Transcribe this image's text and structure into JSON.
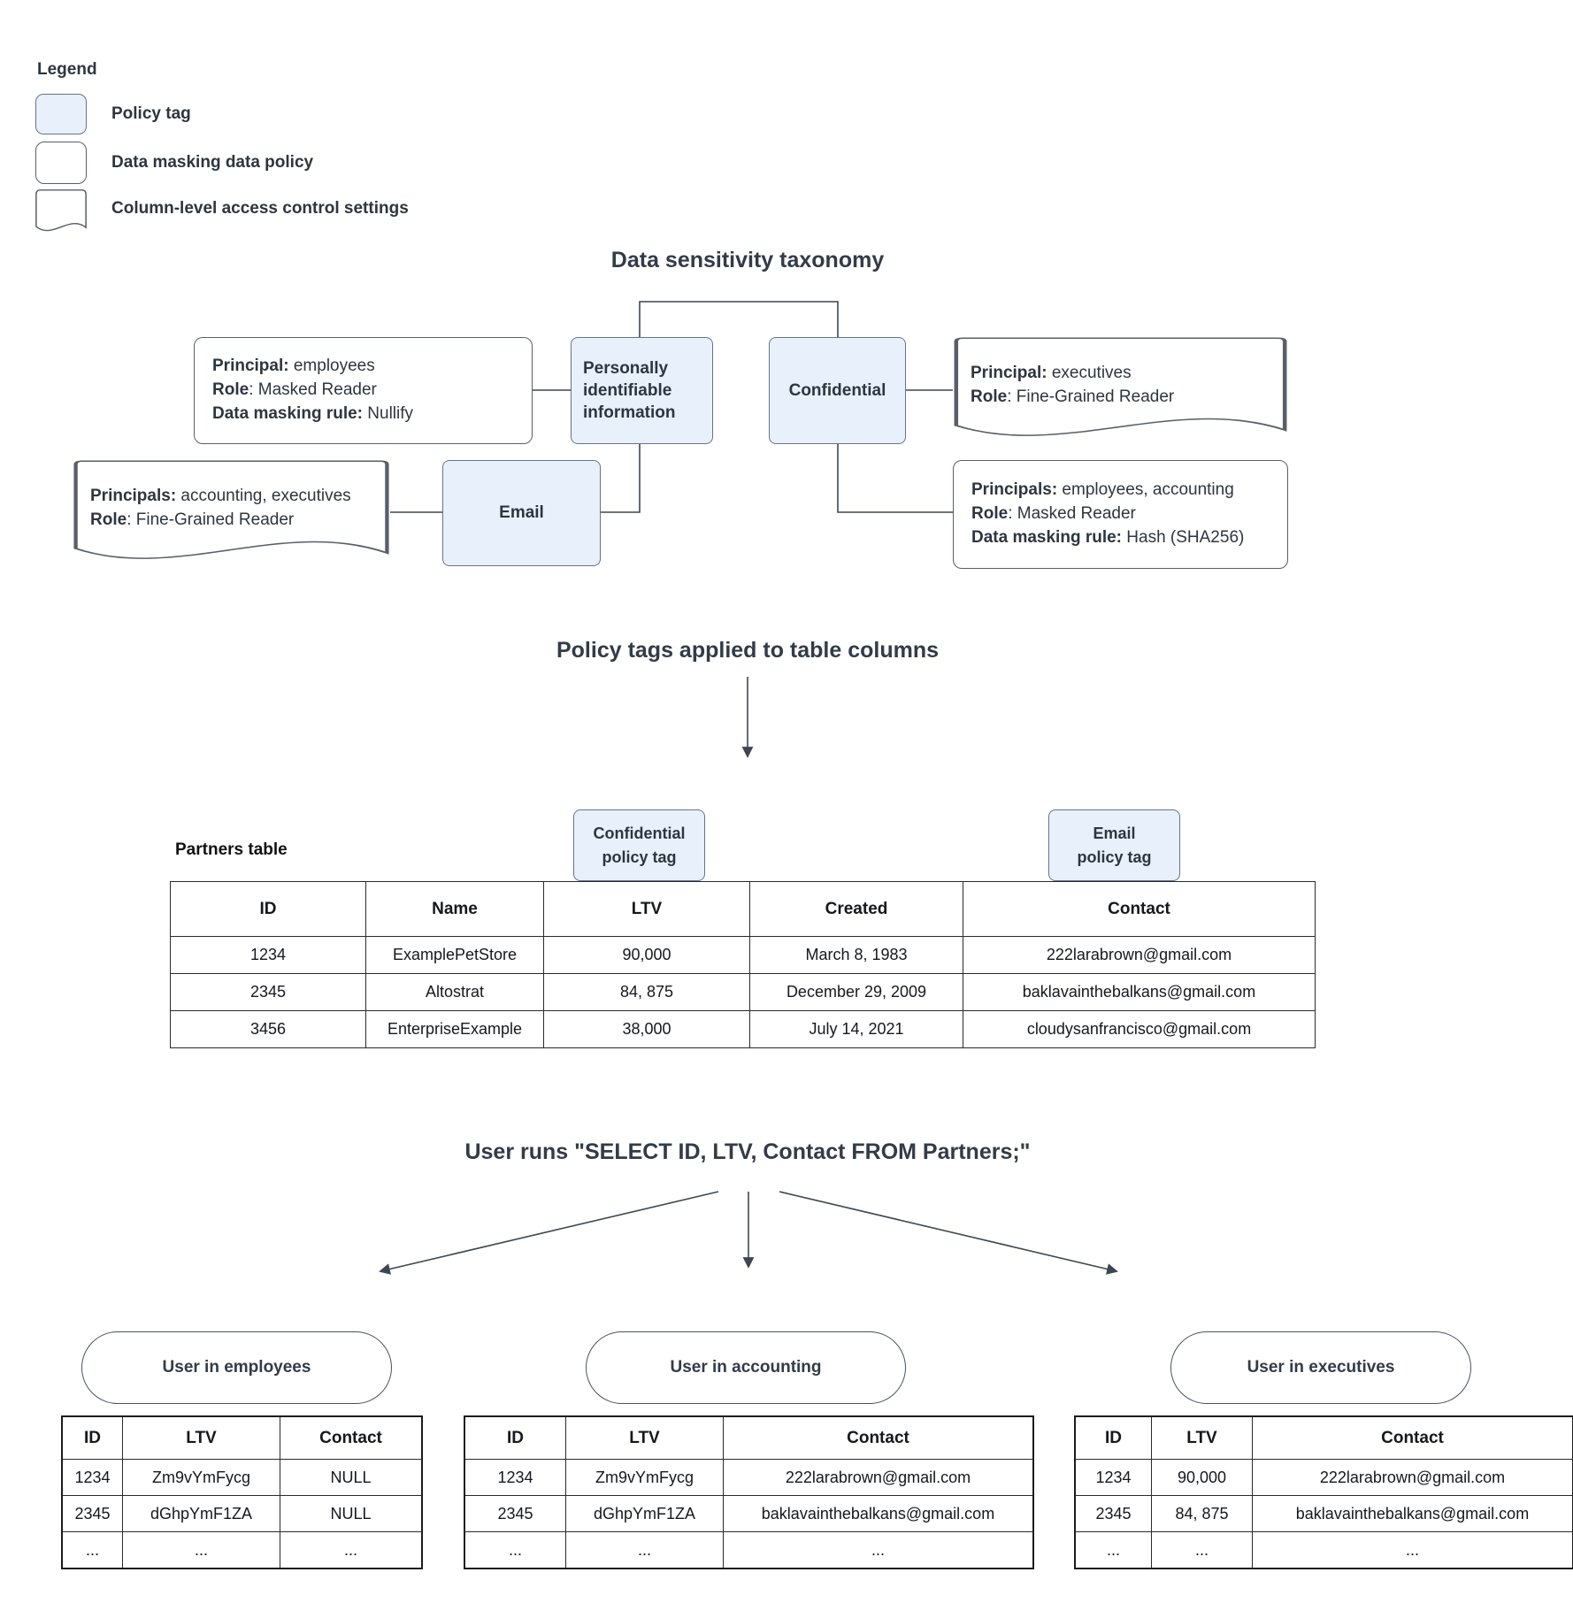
{
  "legend": {
    "title": "Legend",
    "items": [
      {
        "label": "Policy tag",
        "swatch": "policy-tag"
      },
      {
        "label": "Data masking data policy",
        "swatch": "data-masking-policy"
      },
      {
        "label": "Column-level access control settings",
        "swatch": "access-control"
      }
    ]
  },
  "colors": {
    "policy_tag_fill": "#e8f1fb",
    "policy_tag_border": "#66738a",
    "box_border": "#595f69",
    "connector": "#3e4653",
    "heading_text": "#333b49"
  },
  "taxonomy": {
    "title": "Data sensitivity taxonomy",
    "tags": {
      "pii": "Personally identifiable information",
      "confidential": "Confidential",
      "email": "Email"
    },
    "employees_policy": {
      "lines": [
        [
          "Principal:",
          " employees"
        ],
        [
          "Role",
          ": Masked Reader"
        ],
        [
          "Data masking rule:",
          " Nullify"
        ]
      ]
    },
    "confidential_masking_policy": {
      "lines": [
        [
          "Principals:",
          " employees, accounting"
        ],
        [
          "Role",
          ": Masked Reader"
        ],
        [
          "Data masking rule:",
          " Hash (SHA256)"
        ]
      ]
    },
    "executives_access": {
      "lines": [
        [
          "Principal:",
          " executives"
        ],
        [
          "Role",
          ": Fine-Grained Reader"
        ]
      ]
    },
    "accounting_executives_access": {
      "lines": [
        [
          "Principals:",
          " accounting, executives"
        ],
        [
          "Role",
          ": Fine-Grained Reader"
        ]
      ]
    }
  },
  "applied": {
    "heading": "Policy tags applied to table columns",
    "confidential_tag": "Confidential\npolicy tag",
    "email_tag": "Email\npolicy tag",
    "table_label": "Partners table",
    "partners_table": {
      "headers": [
        "ID",
        "Name",
        "LTV",
        "Created",
        "Contact"
      ],
      "rows": [
        [
          "1234",
          "ExamplePetStore",
          "90,000",
          "March 8, 1983",
          "222larabrown@gmail.com"
        ],
        [
          "2345",
          "Altostrat",
          "84, 875",
          "December 29, 2009",
          "baklavainthebalkans@gmail.com"
        ],
        [
          "3456",
          "EnterpriseExample",
          "38,000",
          "July 14, 2021",
          "cloudysanfrancisco@gmail.com"
        ]
      ]
    }
  },
  "query": {
    "heading": "User runs \"SELECT ID, LTV, Contact FROM Partners;\"",
    "results": [
      {
        "user": "User in employees",
        "table": {
          "headers": [
            "ID",
            "LTV",
            "Contact"
          ],
          "rows": [
            [
              "1234",
              "Zm9vYmFycg",
              "NULL"
            ],
            [
              "2345",
              "dGhpYmF1ZA",
              "NULL"
            ],
            [
              "...",
              "...",
              "..."
            ]
          ]
        }
      },
      {
        "user": "User in accounting",
        "table": {
          "headers": [
            "ID",
            "LTV",
            "Contact"
          ],
          "rows": [
            [
              "1234",
              "Zm9vYmFycg",
              "222larabrown@gmail.com"
            ],
            [
              "2345",
              "dGhpYmF1ZA",
              "baklavainthebalkans@gmail.com"
            ],
            [
              "...",
              "...",
              "..."
            ]
          ]
        }
      },
      {
        "user": "User in executives",
        "table": {
          "headers": [
            "ID",
            "LTV",
            "Contact"
          ],
          "rows": [
            [
              "1234",
              "90,000",
              "222larabrown@gmail.com"
            ],
            [
              "2345",
              "84, 875",
              "baklavainthebalkans@gmail.com"
            ],
            [
              "...",
              "...",
              "..."
            ]
          ]
        }
      }
    ]
  }
}
